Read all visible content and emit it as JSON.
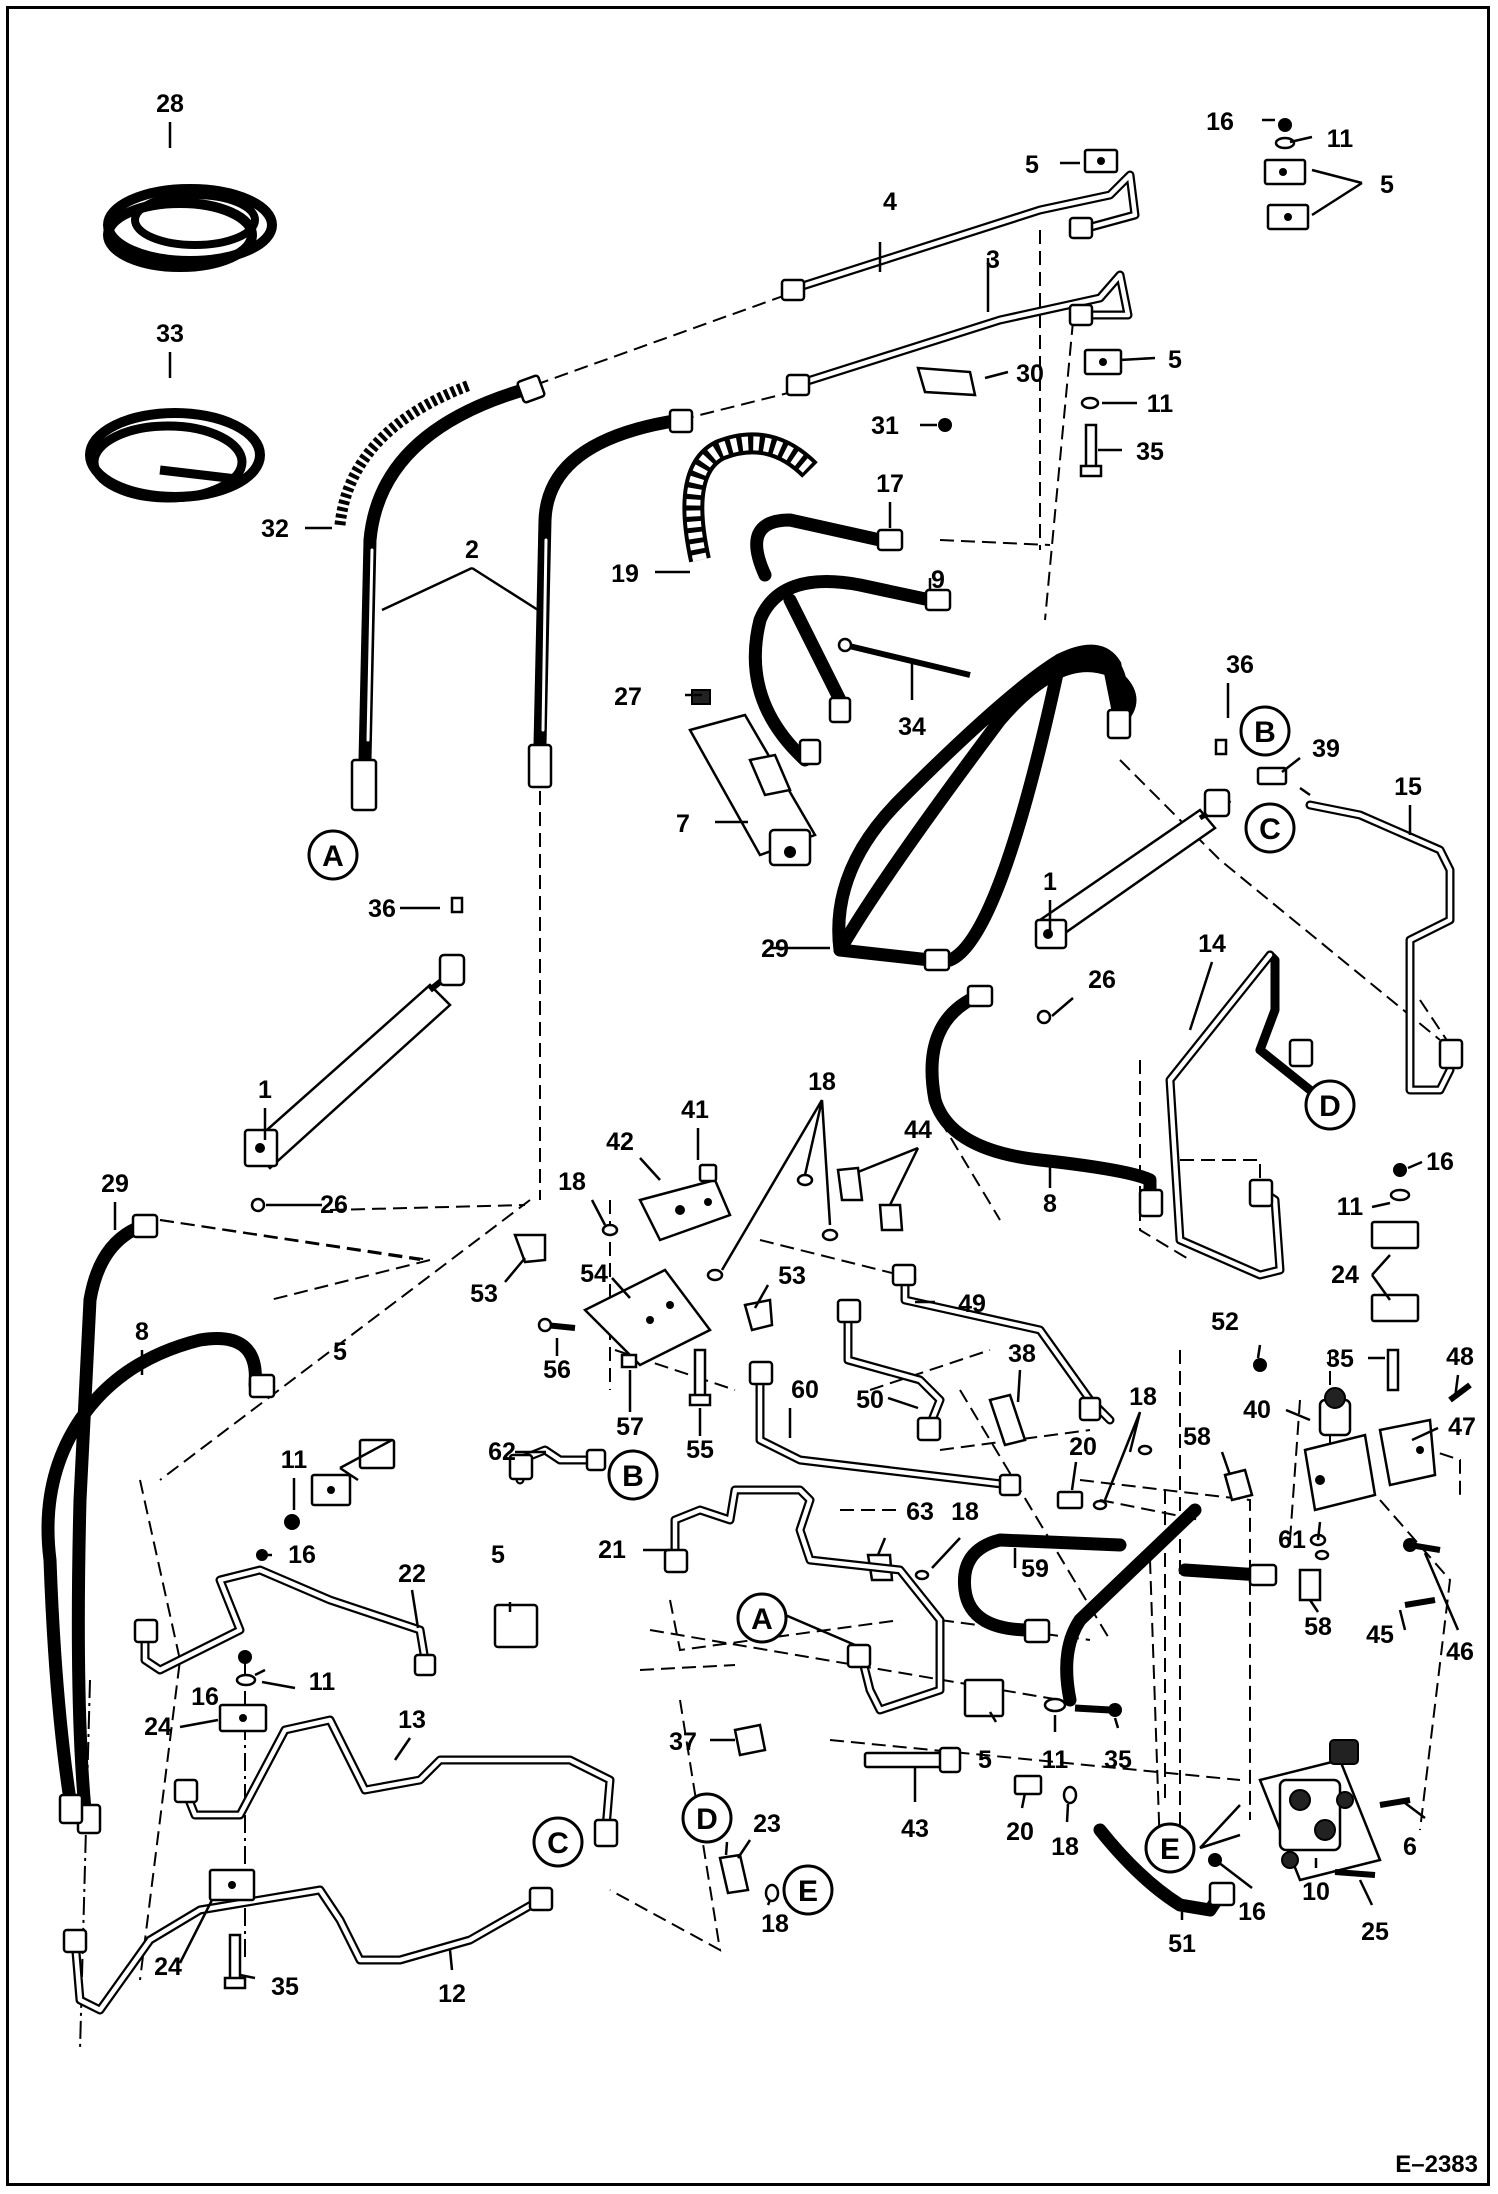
{
  "figure_id": "E–2383",
  "callouts": {
    "c28": "28",
    "c33": "33",
    "c32": "32",
    "c2": "2",
    "c4": "4",
    "c3": "3",
    "c5a": "5",
    "c16a": "16",
    "c11a": "11",
    "c5b": "5",
    "c5c": "5",
    "c30": "30",
    "c11b": "11",
    "c31": "31",
    "c35a": "35",
    "c17": "17",
    "c19": "19",
    "c9": "9",
    "c34": "34",
    "c27": "27",
    "c7": "7",
    "c36a": "36",
    "c39": "39",
    "c15": "15",
    "c1a": "1",
    "c29a": "29",
    "c26a": "26",
    "c14": "14",
    "c36b": "36",
    "c1b": "1",
    "c26b": "26",
    "c29b": "29",
    "c41": "41",
    "c42": "42",
    "c18a": "18",
    "c18b": "18",
    "c44": "44",
    "c8a": "8",
    "c8b": "8",
    "c16b": "16",
    "c11c": "11",
    "c24a": "24",
    "c53a": "53",
    "c54": "54",
    "c53b": "53",
    "c49": "49",
    "c56": "56",
    "c57": "57",
    "c55": "55",
    "c5d": "5",
    "c11d": "11",
    "c16c": "16",
    "c62": "62",
    "c60": "60",
    "c50": "50",
    "c38": "38",
    "c20a": "20",
    "c18c": "18",
    "c52": "52",
    "c48": "48",
    "c35b": "35",
    "c40": "40",
    "c47": "47",
    "c58a": "58",
    "c61": "61",
    "c21": "21",
    "c63": "63",
    "c18d": "18",
    "c59": "59",
    "c58b": "58",
    "c45": "45",
    "c46": "46",
    "c5e": "5",
    "c22": "22",
    "c16d": "16",
    "c11e": "11",
    "c24b": "24",
    "c13": "13",
    "c37": "37",
    "c5f": "5",
    "c11f": "11",
    "c35c": "35",
    "c43": "43",
    "c20b": "20",
    "c18e": "18",
    "c6": "6",
    "c23": "23",
    "c18f": "18",
    "c16e": "16",
    "c10": "10",
    "c25": "25",
    "c51": "51",
    "c24c": "24",
    "c35d": "35",
    "c12": "12"
  },
  "connectors": {
    "a1": "A",
    "a2": "A",
    "b1": "B",
    "b2": "B",
    "c1": "C",
    "c2": "C",
    "d1": "D",
    "d2": "D",
    "e1": "E",
    "e2": "E"
  }
}
